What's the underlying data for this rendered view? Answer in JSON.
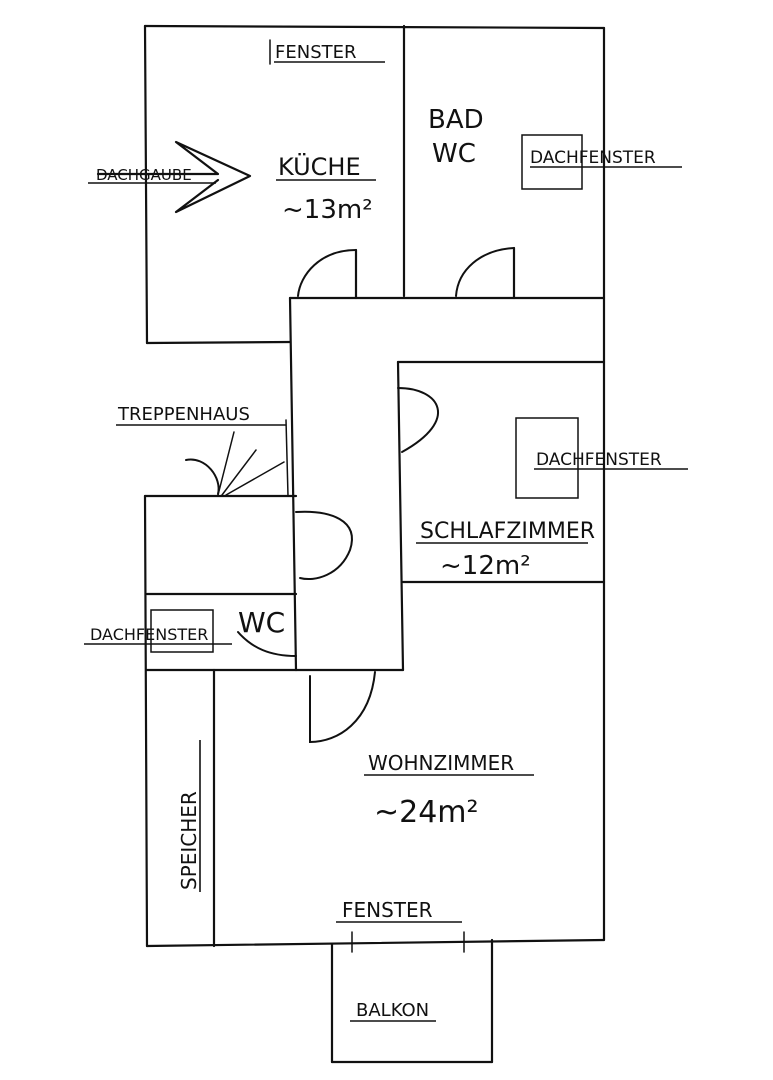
{
  "labels": {
    "fenster_top": "FENSTER",
    "bad": "BAD",
    "wc_bad": "WC",
    "dachfenster_bad": "DACHFENSTER",
    "dachgaube": "DACHGAUBE",
    "kueche": "KÜCHE",
    "kueche_area": "~13m²",
    "treppenhaus": "TREPPENHAUS",
    "dachfenster_schlaf": "DACHFENSTER",
    "schlafzimmer": "SCHLAFZIMMER",
    "schlafzimmer_area": "~12m²",
    "dachfenster_wc": "DACHFENSTER",
    "wc_small": "WC",
    "wohnzimmer": "WOHNZIMMER",
    "wohnzimmer_area": "~24m²",
    "speicher": "SPEICHER",
    "fenster_bottom": "FENSTER",
    "balkon": "BALKON"
  }
}
